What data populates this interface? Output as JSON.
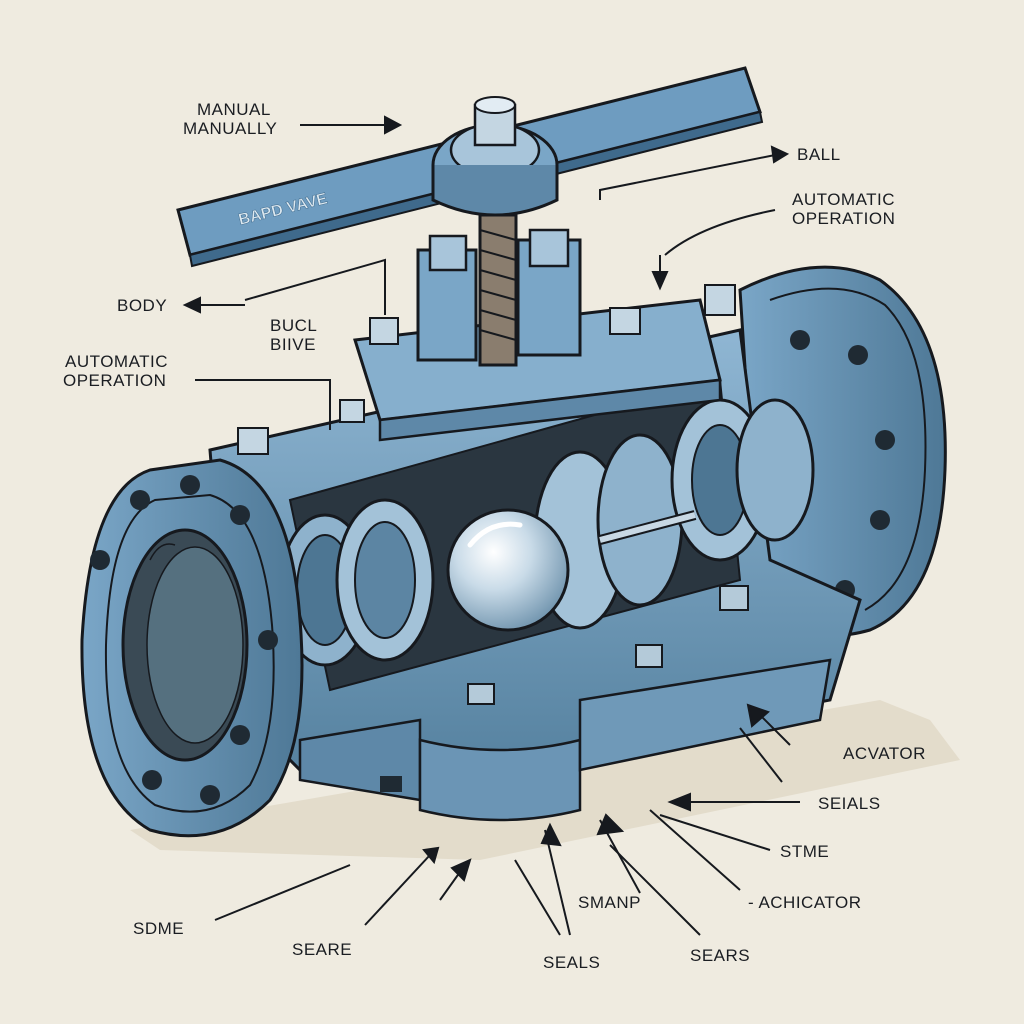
{
  "handle_text": "BAРD VAVE",
  "labels": {
    "manual": [
      "MANUAL",
      "MANUALLY"
    ],
    "ball": "BALL",
    "automatic_top": [
      "AUTOMATIC",
      "OPERATION"
    ],
    "body": "BODY",
    "bucl": [
      "BUCL",
      "BIIVE"
    ],
    "automatic_left": [
      "AUTOMATIC",
      "OPERATION"
    ],
    "acvator": "ACVATOR",
    "seals_right": "SEIALS",
    "stme": "STME",
    "achicator": "- ACHICATOR",
    "smanp": "SMANP",
    "sears_right": "SEARS",
    "seals_bottom": "SEALS",
    "seare": "SEARE",
    "sdme": "SDME"
  },
  "colors": {
    "background": "#efebe0",
    "metal": "#6e9cc0",
    "metal_light": "#a9c9e0",
    "metal_dark": "#3f6a8c",
    "ink": "#16191e"
  }
}
